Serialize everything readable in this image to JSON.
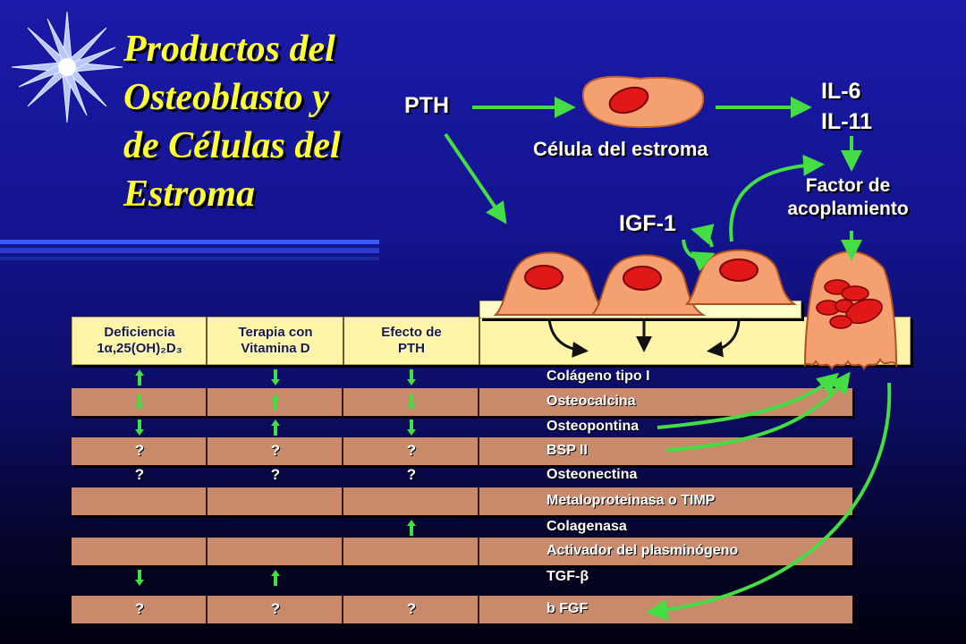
{
  "title_lines": [
    "Productos del",
    "Osteoblasto y",
    "de Células del",
    "Estroma"
  ],
  "labels": {
    "pth": "PTH",
    "stroma_cell": "Célula del estroma",
    "il6": "IL-6",
    "il11": "IL-11",
    "factor_line1": "Factor de",
    "factor_line2": "acoplamiento",
    "igf1": "IGF-1"
  },
  "table_headers": {
    "col1_line1": "Deficiencia",
    "col1_line2": "1α,25(OH)₂D₃",
    "col2_line1": "Terapia con",
    "col2_line2": "Vitamina D",
    "col3_line1": "Efecto de",
    "col3_line2": "PTH"
  },
  "rows": [
    {
      "label": "Colágeno tipo I",
      "band": false,
      "col1": "up",
      "col2": "down",
      "col3": "down"
    },
    {
      "label": "Osteocalcina",
      "band": true,
      "col1": "down",
      "col2": "up",
      "col3": "down"
    },
    {
      "label": "Osteopontina",
      "band": false,
      "col1": "down",
      "col2": "up",
      "col3": "down"
    },
    {
      "label": "BSP II",
      "band": true,
      "col1": "?",
      "col2": "?",
      "col3": "?"
    },
    {
      "label": "Osteonectina",
      "band": false,
      "col1": "?",
      "col2": "?",
      "col3": "?"
    },
    {
      "label": "Metaloproteinasa o TIMP",
      "band": true,
      "col1": "",
      "col2": "",
      "col3": ""
    },
    {
      "label": "Colagenasa",
      "band": false,
      "col1": "",
      "col2": "",
      "col3": "up"
    },
    {
      "label": "Activador del plasminógeno",
      "band": true,
      "col1": "",
      "col2": "",
      "col3": ""
    },
    {
      "label": "TGF-β",
      "band": false,
      "col1": "down",
      "col2": "up",
      "col3": ""
    },
    {
      "label": "b FGF",
      "band": true,
      "col1": "?",
      "col2": "?",
      "col3": "?"
    }
  ],
  "colors": {
    "title": "#ffff33",
    "arrow_green": "#44dd44",
    "cell_fill": "#f4a070",
    "nucleus": "#e01818",
    "row_band": "#c88a6a",
    "bone_band": "#fff5a8"
  }
}
